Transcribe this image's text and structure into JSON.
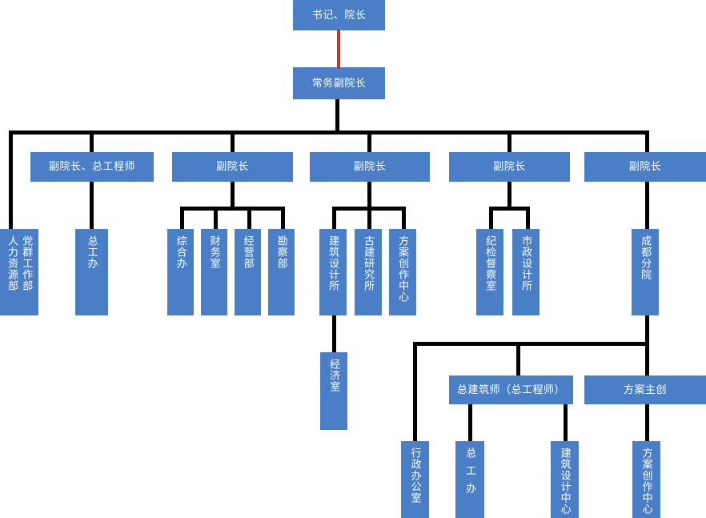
{
  "diagram": {
    "title_node": "书记、院长",
    "type": "org-chart",
    "colors": {
      "node_fill": "#4a7fc8",
      "node_text": "#ffffff",
      "connector": "#000000",
      "highlight_connector": "#c0392b",
      "background": "#ffffff"
    },
    "nodes": {
      "n_root": "书记、院长",
      "n_exec": "常务副院长",
      "n_vp_ce": "副院长、总工程师",
      "n_vp_2": "副院长",
      "n_vp_3": "副院长",
      "n_vp_4": "副院长",
      "n_vp_5": "副院长",
      "n_hr_a": "人力资源部",
      "n_hr_b": "党群工作部",
      "n_ce_office": "总工办",
      "n_general_office": "综合办",
      "n_finance": "财务室",
      "n_operations": "经营部",
      "n_survey": "勘察部",
      "n_arch_inst": "建筑设计所",
      "n_ancient_inst": "古建研究所",
      "n_scheme_center": "方案创作中心",
      "n_discipline": "纪检督察室",
      "n_municipal_inst": "市政设计所",
      "n_chengdu": "成都分院",
      "n_economics": "经济室",
      "n_chief_arch": "总建筑师（总工程师）",
      "n_scheme_lead": "方案主创",
      "n_admin_office": "行政办公室",
      "n_ce_office_2": "总工办",
      "n_arch_center": "建筑设计中心",
      "n_scheme_center_2": "方案创作中心"
    }
  }
}
